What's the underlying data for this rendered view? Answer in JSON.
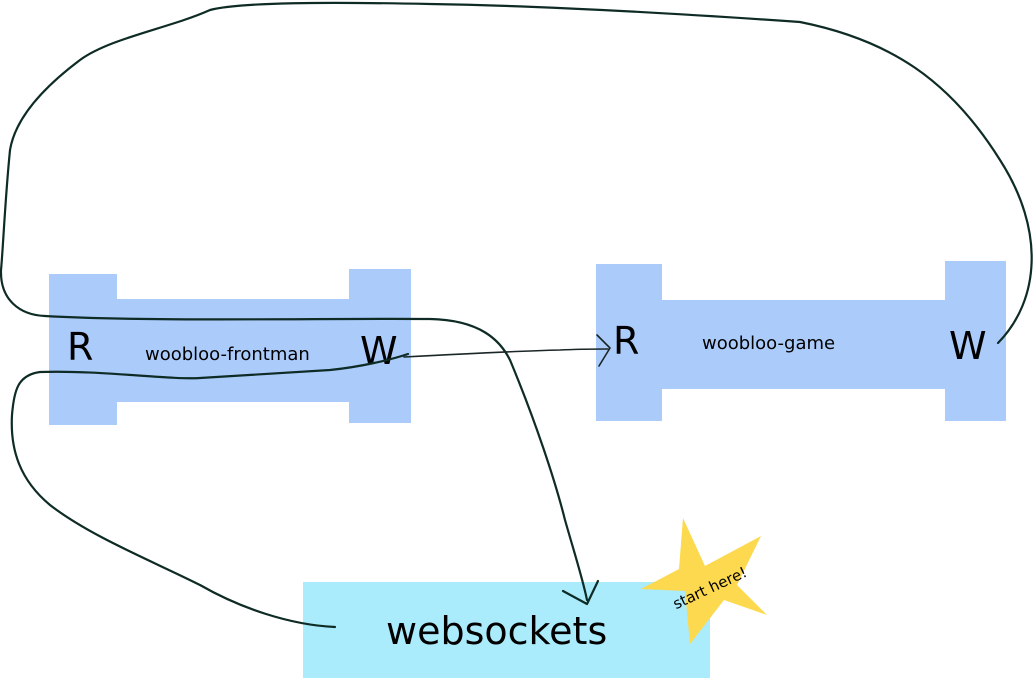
{
  "diagram": {
    "frontman": {
      "label": "woobloo-frontman",
      "read_port": "R",
      "write_port": "W"
    },
    "game": {
      "label": "woobloo-game",
      "read_port": "R",
      "write_port": "W"
    },
    "websockets": {
      "label": "websockets"
    },
    "badge": {
      "label": "start here!"
    },
    "colors": {
      "node_fill": "#abcbfb",
      "websockets_fill": "#aaebfc",
      "badge_fill": "#fcd94e",
      "wire_stroke": "#0e2b25"
    }
  }
}
